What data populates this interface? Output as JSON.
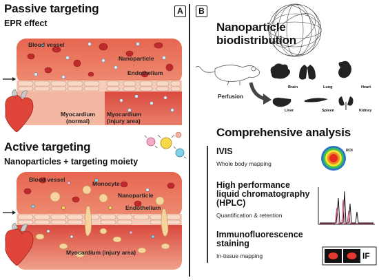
{
  "panel_a": {
    "badge": "A",
    "passive": {
      "title": "Passive targeting",
      "subtitle": "EPR effect",
      "labels": {
        "blood_vessel": "Blood vessel",
        "nanoparticle": "Nanoparticle",
        "endothelium": "Endothelium",
        "myo_normal_1": "Myocardium",
        "myo_normal_2": "(normal)",
        "myo_injury_1": "Myocardium",
        "myo_injury_2": "(injury area)"
      }
    },
    "active": {
      "title": "Active targeting",
      "subtitle": "Nanoparticles + targeting moiety",
      "labels": {
        "blood_vessel": "Blood vessel",
        "monocyte": "Monocyte",
        "nanoparticle": "Nanoparticle",
        "endothelium": "Endothelium",
        "myocardium": "Myocardium (injury area)"
      }
    }
  },
  "panel_b": {
    "badge": "B",
    "biodistribution_title_1": "Nanoparticle",
    "biodistribution_title_2": "biodistribution",
    "perfusion": "Perfusion",
    "organs": [
      "Brain",
      "Lung",
      "Heart",
      "Liver",
      "Spleen",
      "Kidney"
    ],
    "analysis_title": "Comprehensive analysis",
    "ivis": {
      "title": "IVIS",
      "desc": "Whole body mapping",
      "roi": "ROI"
    },
    "hplc": {
      "title_1": "High performance",
      "title_2": "liquid chromatography",
      "title_3": "(HPLC)",
      "desc": "Quantification & retention"
    },
    "if": {
      "title_1": "Immunofluorescence",
      "title_2": "staining",
      "desc": "In-tissue mapping",
      "badge": "IF"
    }
  },
  "colors": {
    "vessel": "#e8604a",
    "vessel_light": "#f3a58f",
    "tissue_normal": "#f4b9a4",
    "tissue_injury": "#d94a3e",
    "rbc": "#c0262a",
    "cell": "#f7d49e"
  }
}
